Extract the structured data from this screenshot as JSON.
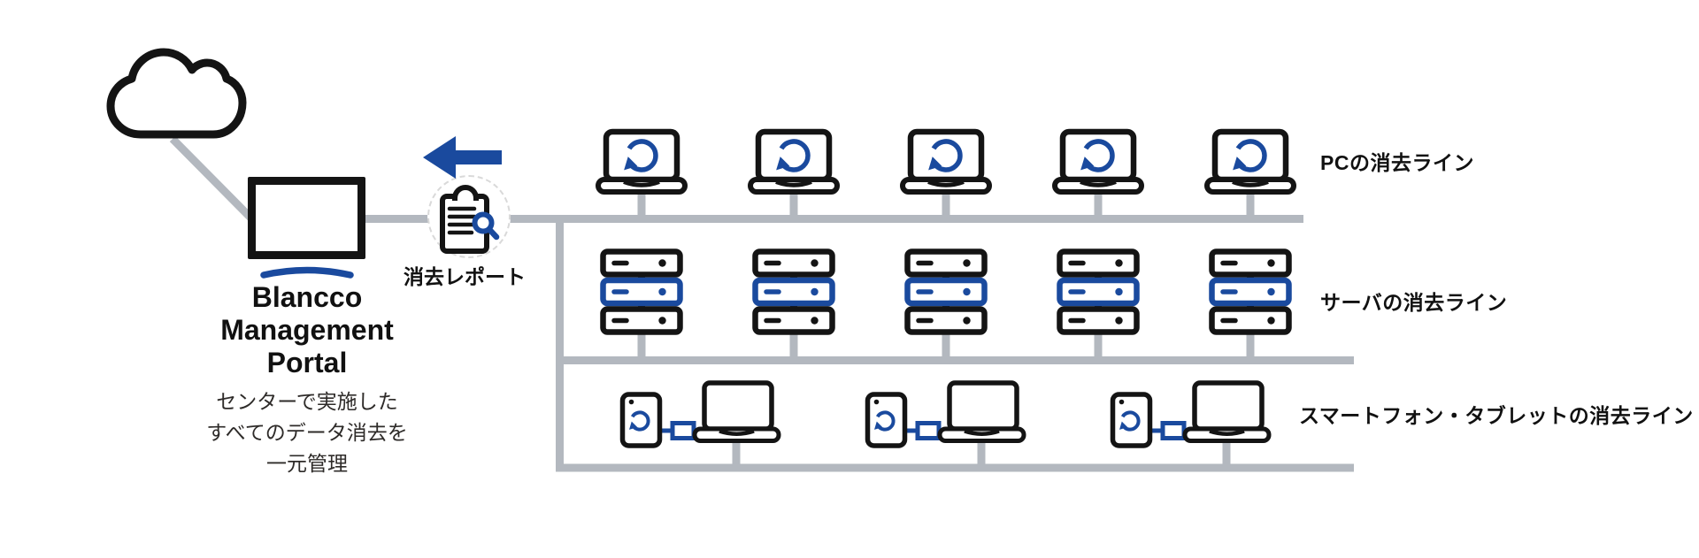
{
  "portal": {
    "title_lines": [
      "Blancco",
      "Management",
      "Portal"
    ],
    "description_lines": [
      "センターで実施した",
      "すべてのデータ消去を",
      "一元管理"
    ]
  },
  "report": {
    "label": "消去レポート"
  },
  "rows": [
    {
      "id": "pc",
      "label": "PCの消去ライン",
      "device": "laptop-with-erase-icon",
      "count": 5
    },
    {
      "id": "server",
      "label": "サーバの消去ライン",
      "device": "server-rack",
      "count": 5
    },
    {
      "id": "mobile",
      "label": "スマートフォン・タブレットの消去ライン",
      "device": "smartphone-connected-laptop",
      "count": 3
    }
  ],
  "icons": {
    "cloud": "cloud-icon",
    "portal_monitor": "monitor-icon",
    "report_clipboard": "erasure-report-clipboard-icon",
    "report_magnifier": "magnifier-icon",
    "upload_arrow": "left-arrow-icon",
    "erase": "erase-refresh-icon"
  },
  "colors": {
    "accent_blue": "#1a4a9e",
    "line_gray": "#b3b8bf",
    "ink": "#141414"
  }
}
